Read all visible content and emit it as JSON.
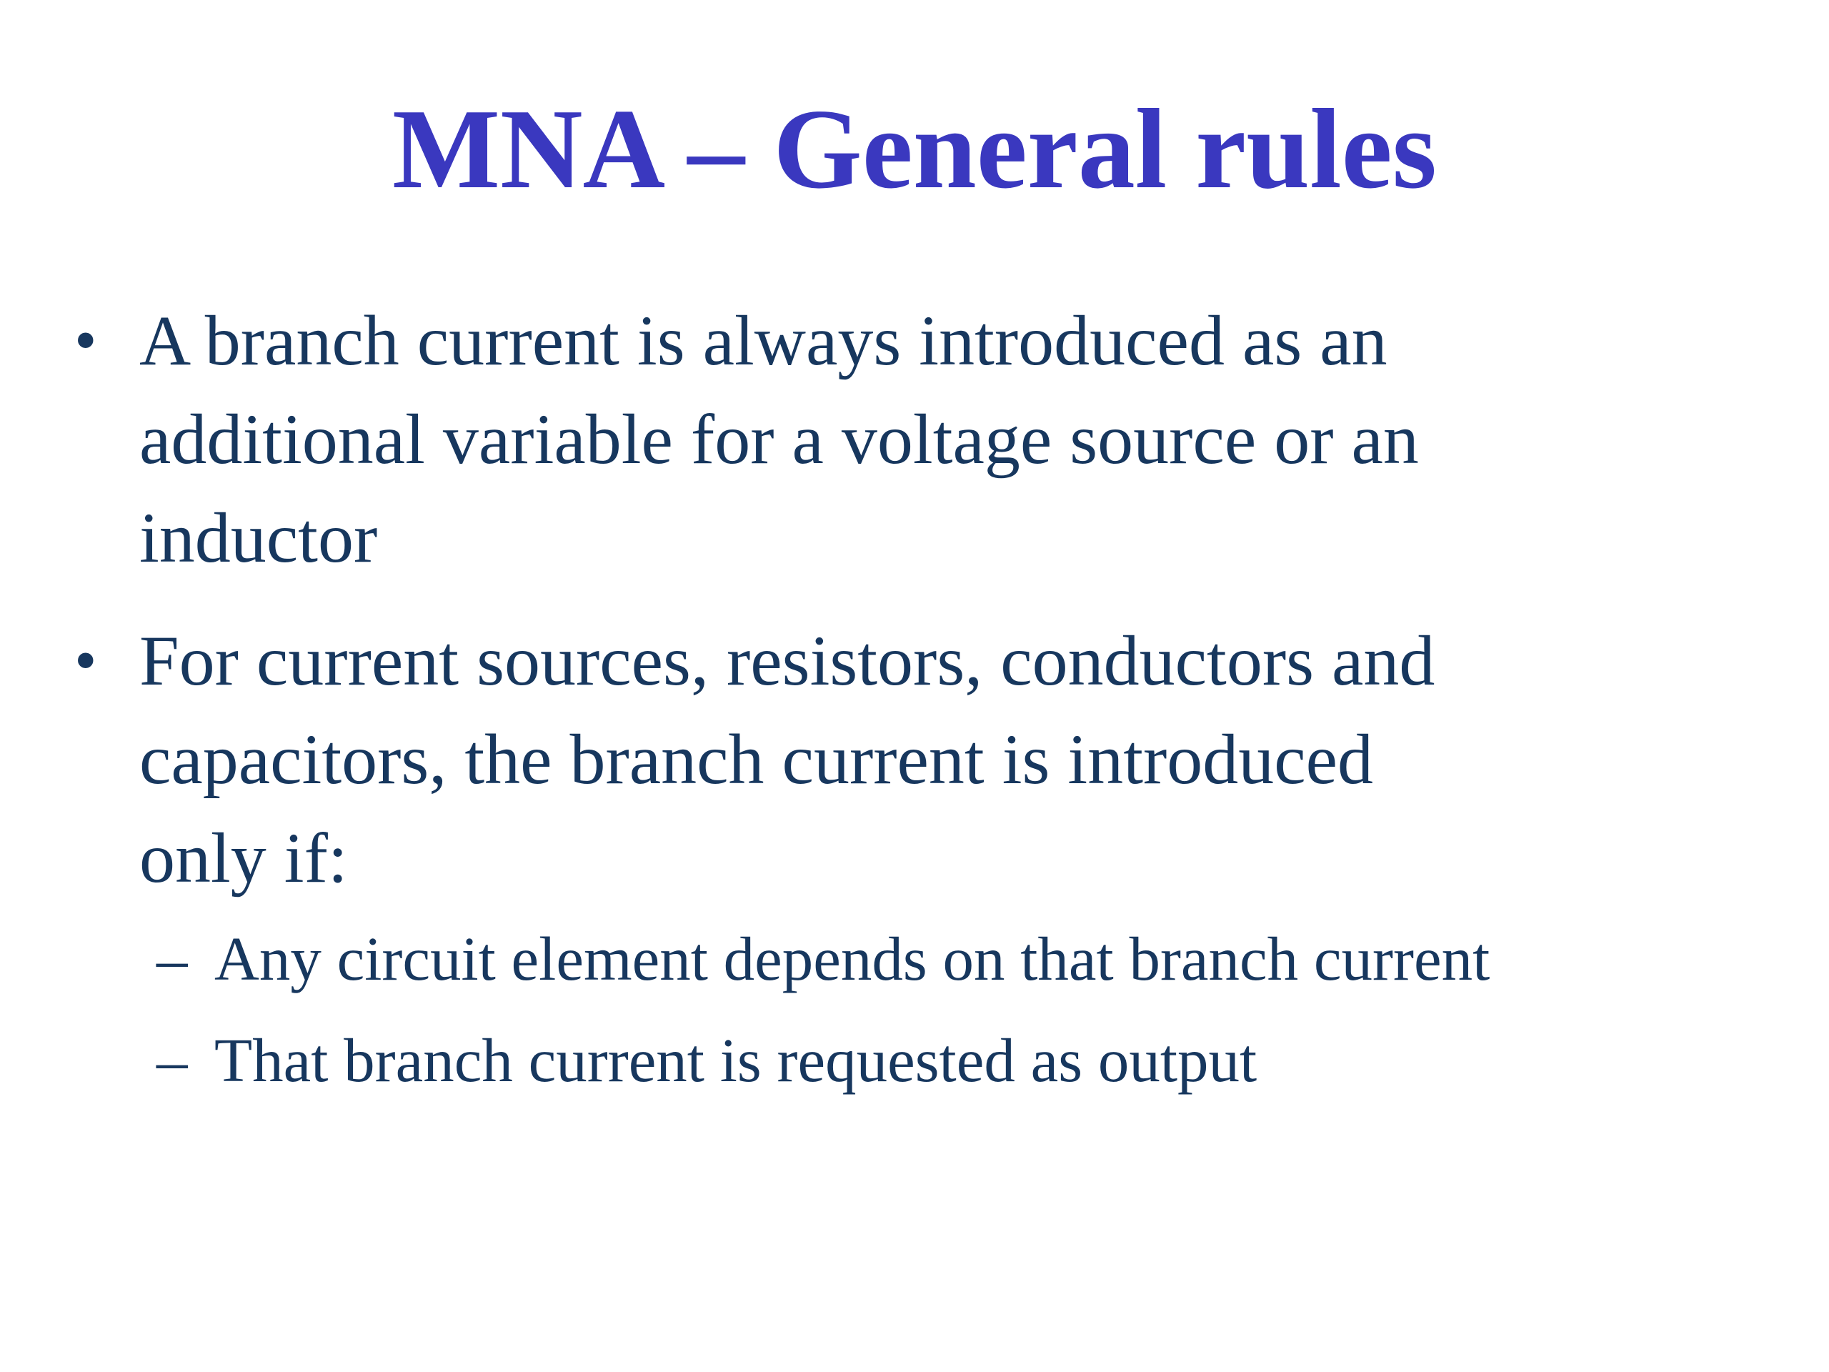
{
  "colors": {
    "title": "#3a38bf",
    "body": "#17375e",
    "background": "#ffffff"
  },
  "title": "MNA – General rules",
  "bullets": [
    {
      "marker": "•",
      "lines": [
        "A branch current is always introduced as an",
        "additional variable for a voltage source or an",
        "inductor"
      ]
    },
    {
      "marker": "•",
      "lines": [
        "For current sources, resistors, conductors and",
        "capacitors, the branch current is introduced",
        "only if:"
      ],
      "sub": [
        {
          "marker": "–",
          "lines": [
            "Any circuit element depends on that branch current"
          ]
        },
        {
          "marker": "–",
          "lines": [
            "That branch current is requested as output"
          ]
        }
      ]
    }
  ]
}
